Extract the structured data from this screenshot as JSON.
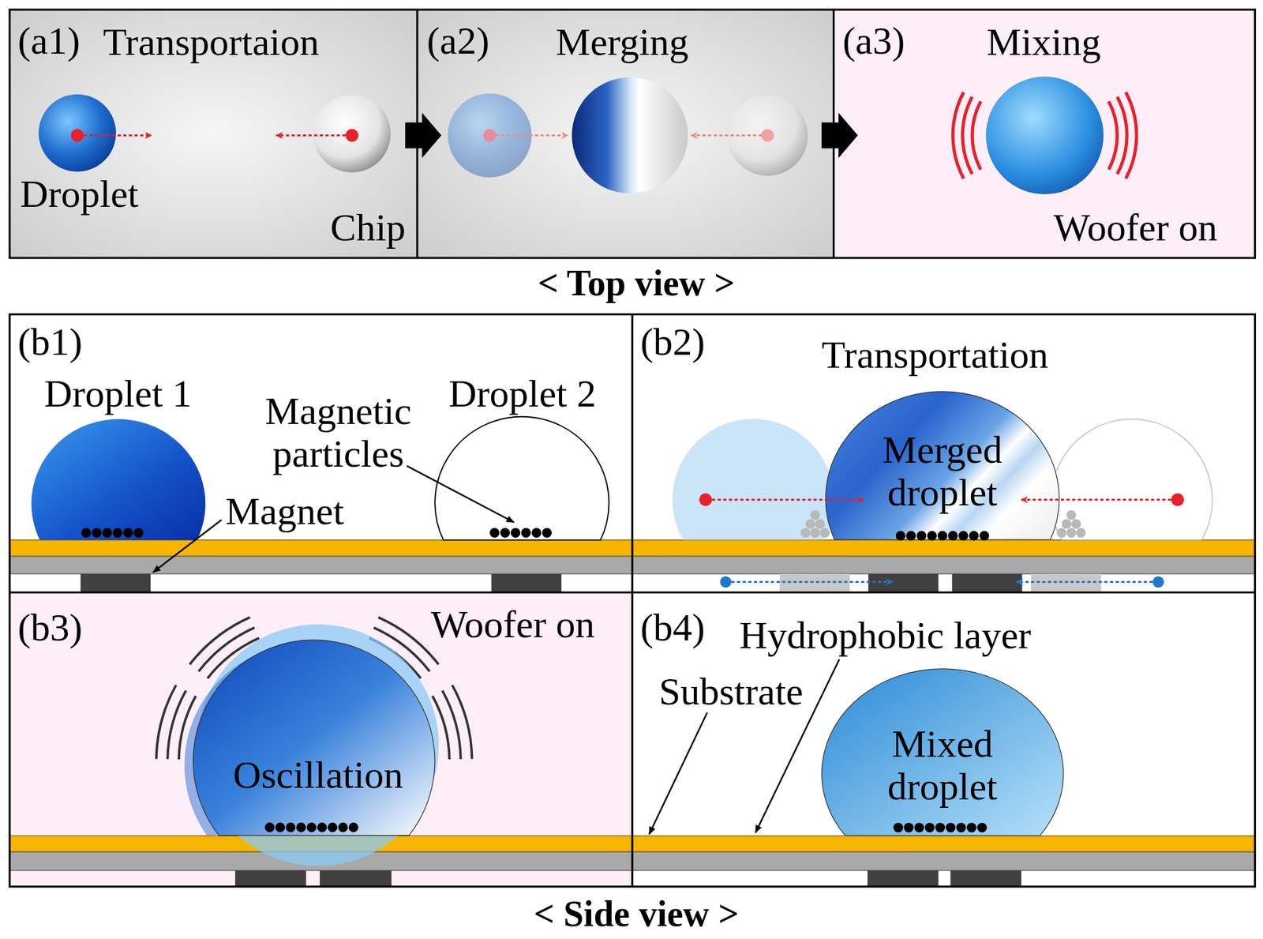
{
  "diagram": {
    "nodes": [
      {
        "text": [
          "(a1)",
          "Transportaion",
          "Droplet",
          "Chip"
        ]
      },
      {
        "text": [
          "(a2)",
          "Merging"
        ]
      },
      {
        "text": [
          "(a3)",
          "Mixing",
          "Woofer on"
        ]
      },
      {
        "text": [
          "(b1)",
          "Droplet 1",
          "Droplet 2",
          "Magnetic particles",
          "Magnet"
        ]
      },
      {
        "text": [
          "(b2)",
          "Transportation"
        ]
      },
      {
        "text": [
          "Merged droplet"
        ],
        "in": 4
      },
      {
        "text": [
          "(b3)",
          "Woofer on"
        ]
      },
      {
        "text": [
          "Oscillation"
        ],
        "in": 6
      },
      {
        "text": [
          "(b4)",
          "Hydrophobic layer",
          "Substrate"
        ]
      },
      {
        "text": [
          "Mixed droplet"
        ],
        "in": 8
      }
    ],
    "labels": [
      "< Top view >",
      "< Side view >"
    ]
  }
}
